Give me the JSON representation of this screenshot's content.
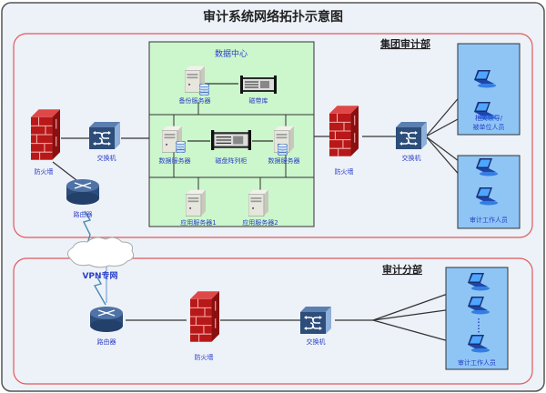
{
  "title": "审计系统网络拓扑示意图",
  "colors": {
    "background": "#edf1f8",
    "zone_border": "#e05a5a",
    "datacenter_fill": "#ccf6cc",
    "user_group_fill": "#8ec5f5",
    "label_text": "#2a3fc8",
    "firewall": "#b01a1a",
    "switch": "#2d4d7a"
  },
  "zones": {
    "hq": {
      "label": "集团审计部"
    },
    "branch": {
      "label": "审计分部"
    }
  },
  "datacenter": {
    "label": "数据中心",
    "nodes": {
      "backup_server": "备份服务器",
      "tape_library": "磁带库",
      "db_server_left": "数据服务器",
      "disk_array": "磁盘阵列柜",
      "db_server_right": "数据服务器",
      "app_server_1": "应用服务器1",
      "app_server_2": "应用服务器2"
    }
  },
  "hq_nodes": {
    "firewall_left": "防火墙",
    "switch_left": "交换机",
    "router": "路由器",
    "firewall_right": "防火墙",
    "switch_right": "交换机"
  },
  "user_groups": {
    "leaders": {
      "label_line1": "相关领导/",
      "label_line2": "被单位人员"
    },
    "auditors_hq": {
      "label": "审计工作人员"
    },
    "auditors_branch": {
      "label": "审计工作人员"
    }
  },
  "vpn": {
    "label": "VPN专网"
  },
  "branch_nodes": {
    "router": "路由器",
    "firewall": "防火墙",
    "switch": "交换机"
  }
}
